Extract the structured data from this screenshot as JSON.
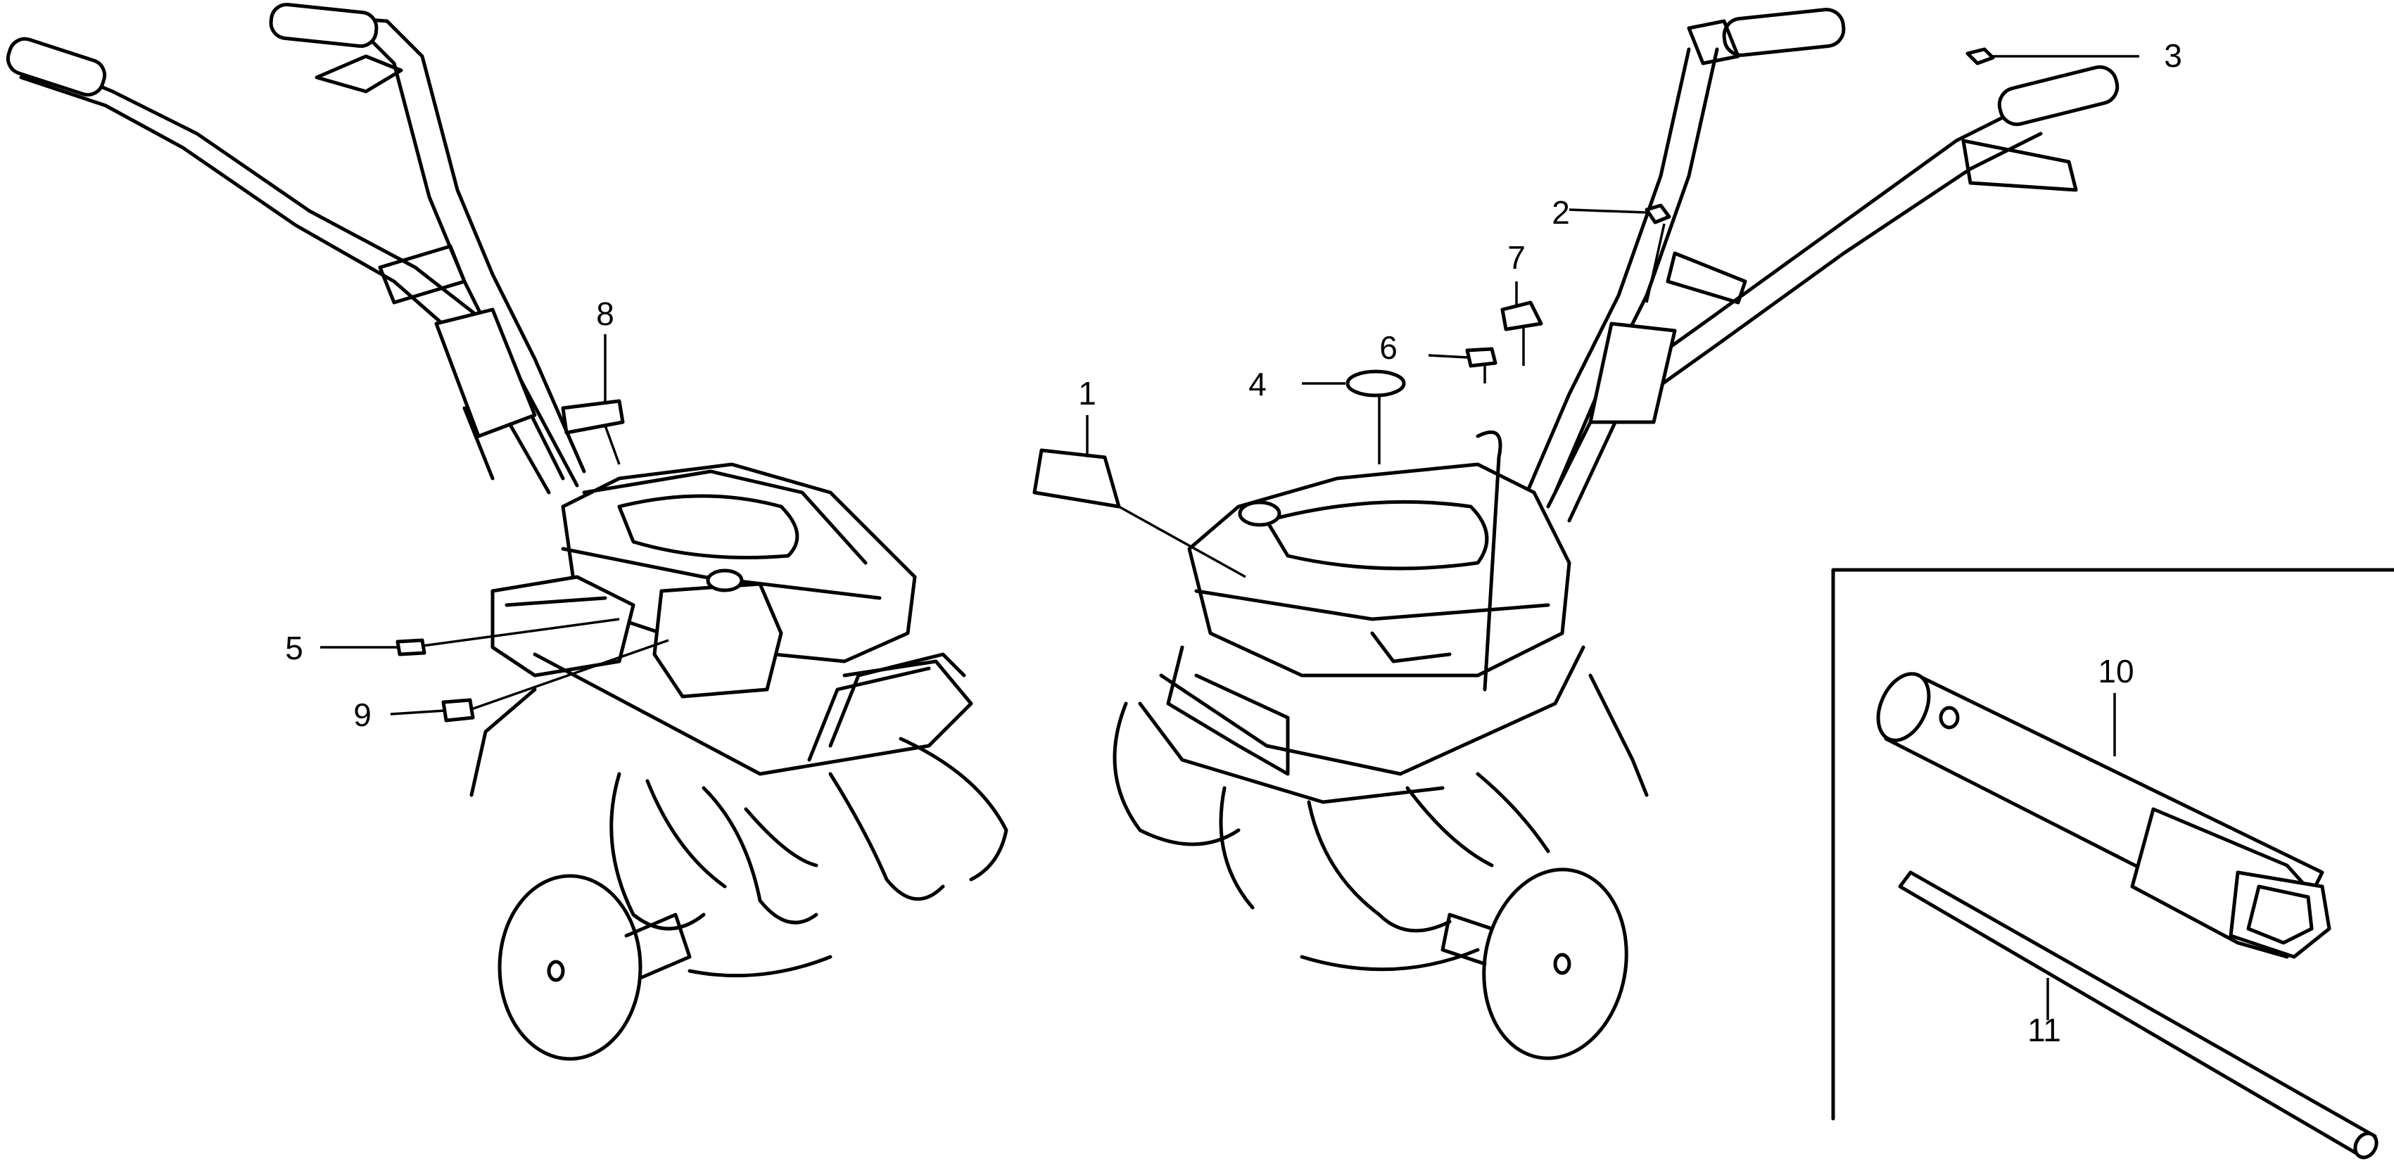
{
  "callouts": [
    {
      "id": "label-1",
      "text": "1"
    },
    {
      "id": "label-2",
      "text": "2"
    },
    {
      "id": "label-3",
      "text": "3"
    },
    {
      "id": "label-4",
      "text": "4"
    },
    {
      "id": "label-5",
      "text": "5"
    },
    {
      "id": "label-6",
      "text": "6"
    },
    {
      "id": "label-7",
      "text": "7"
    },
    {
      "id": "label-8",
      "text": "8"
    },
    {
      "id": "label-9",
      "text": "9"
    },
    {
      "id": "label-10",
      "text": "10"
    },
    {
      "id": "label-11",
      "text": "11"
    }
  ],
  "icons": {
    "left_view": "tiller-left-view-icon",
    "right_view": "tiller-right-view-icon",
    "tool_box": "tool-inset-icon",
    "wrench": "spark-plug-wrench-icon",
    "bar": "tommy-bar-icon"
  }
}
